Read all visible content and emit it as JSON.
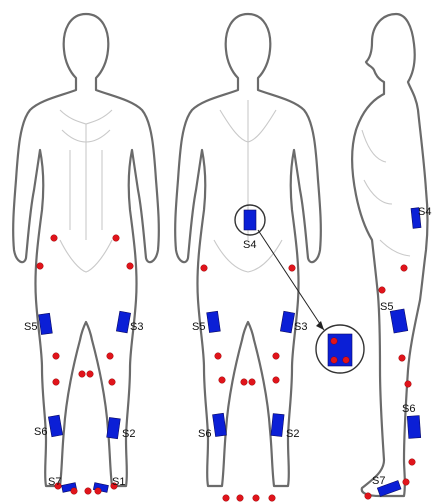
{
  "colors": {
    "sensor": "#0b1fd6",
    "marker": "#e0141b",
    "outline": "#6b6b6b"
  },
  "figures": {
    "front": {
      "labels": {
        "s5": "S5",
        "s3": "S3",
        "s6": "S6",
        "s2": "S2",
        "s7": "S7",
        "s1": "S1"
      }
    },
    "back": {
      "labels": {
        "s4": "S4",
        "s5": "S5",
        "s3": "S3",
        "s6": "S6",
        "s2": "S2"
      }
    },
    "side": {
      "labels": {
        "s4": "S4",
        "s5": "S5",
        "s6": "S6",
        "s7": "S7"
      }
    }
  },
  "icons": {
    "sensor": "rectangle-sensor-icon",
    "marker": "dot-marker-icon",
    "magnifier": "zoom-circle-icon"
  }
}
